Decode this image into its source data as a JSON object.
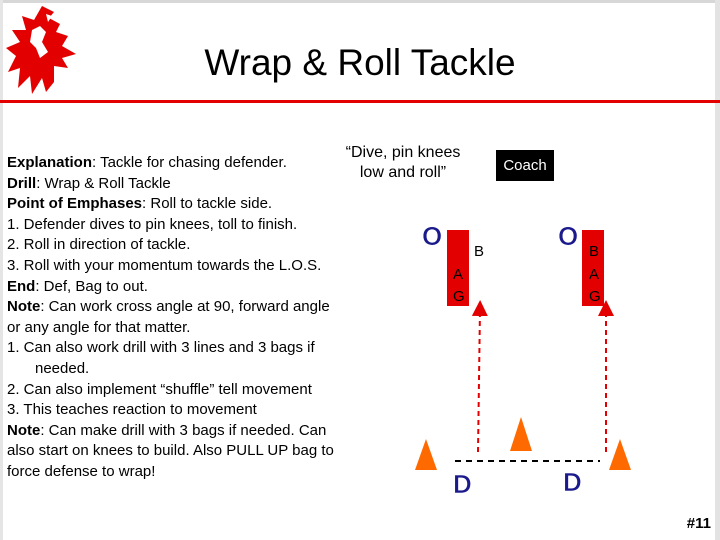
{
  "title": "Wrap & Roll Tackle",
  "quote": [
    "“Dive, pin knees",
    "low and roll”"
  ],
  "coach_label": "Coach",
  "lines": {
    "explanation_label": "Explanation",
    "explanation_text": ": Tackle for chasing defender.",
    "drill_label": "Drill",
    "drill_text": ": Wrap & Roll Tackle",
    "point_label": "Point of Emphases",
    "point_text": ": Roll to tackle side.",
    "points": [
      "1.  Defender dives to pin knees, toll to finish.",
      "2.  Roll in direction of tackle.",
      "3.  Roll with your momentum towards the L.O.S."
    ],
    "end_label": "End",
    "end_text": ": Def, Bag to out.",
    "note1_label": "Note",
    "note1_text": ": Can work cross angle at 90, forward angle",
    "note1_cont": "or any angle for that matter.",
    "notes": [
      "1.  Can also work drill with 3 lines and 3 bags if",
      "needed.",
      "2.  Can also implement “shuffle” tell movement",
      "3.  This teaches reaction to movement"
    ],
    "note2_label": "Note",
    "note2_text": ": Can make drill with 3 bags if needed.  Can",
    "note2_cont1": "also start on knees to build.  Also PULL UP bag to",
    "note2_cont2": "force defense to wrap!"
  },
  "diagram": {
    "offense_symbol": "O",
    "bag_letters": [
      "B",
      "A",
      "G"
    ],
    "defense_symbol": "D"
  },
  "colors": {
    "accent_red": "#e30000",
    "cone_orange": "#ff6a00",
    "symbol_blue": "#1a1a8c"
  },
  "slide_number": "#11"
}
